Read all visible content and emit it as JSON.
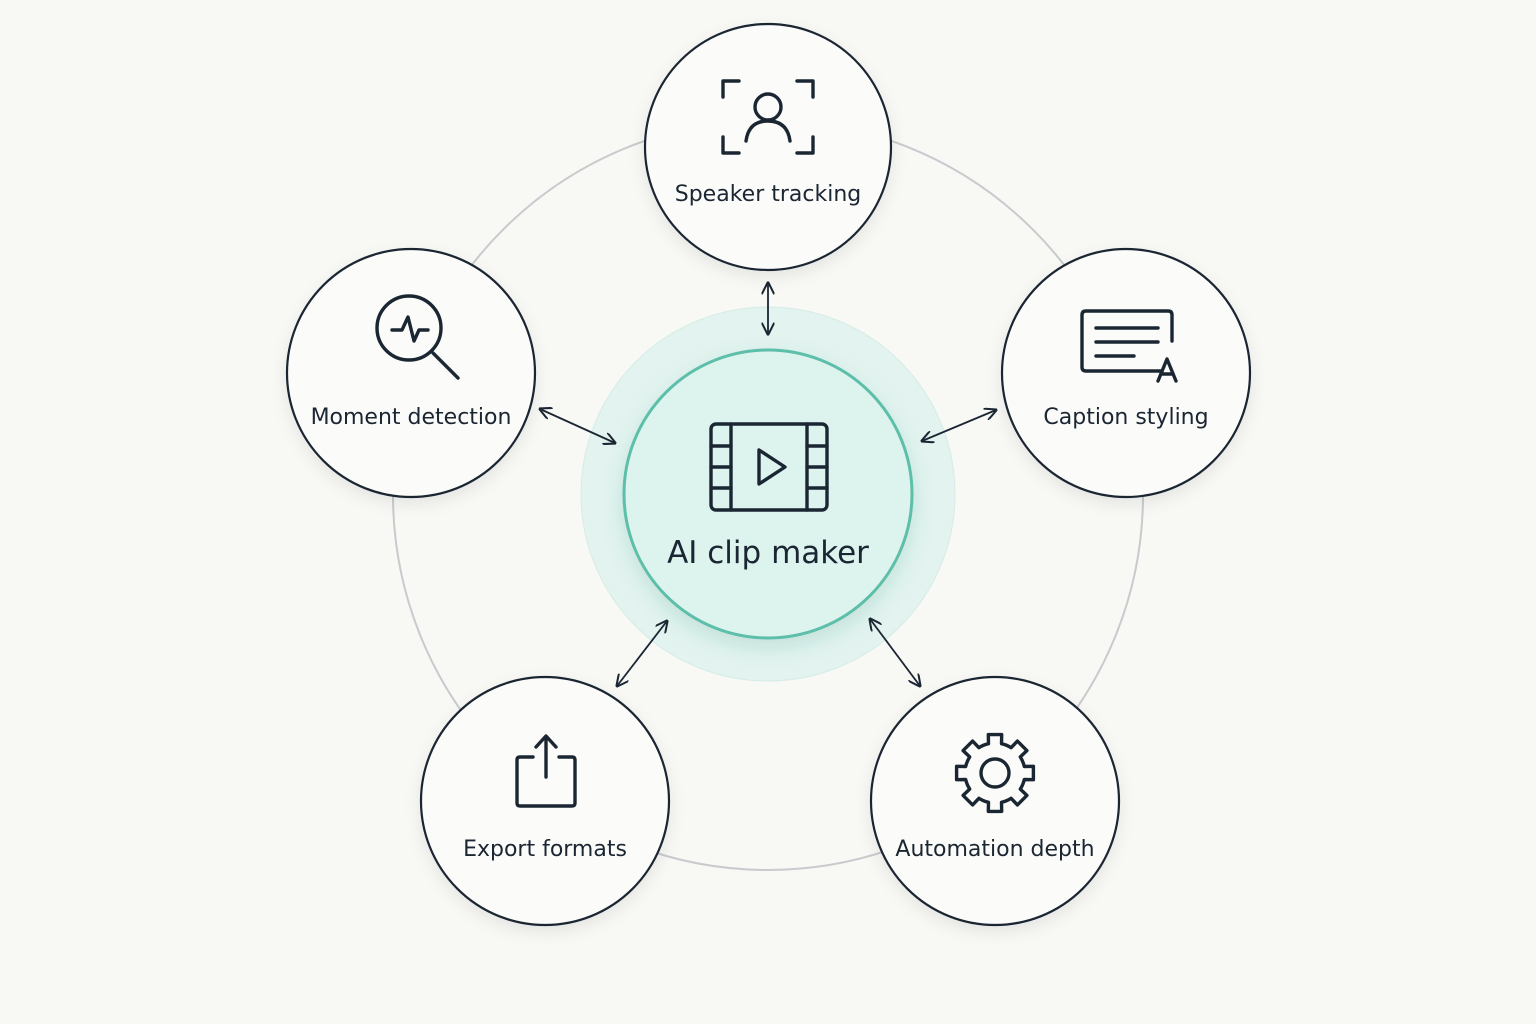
{
  "center": {
    "label": "AI clip maker",
    "icon": "film-play-icon"
  },
  "nodes": [
    {
      "id": "speaker-tracking",
      "label": "Speaker tracking",
      "icon": "person-focus-icon"
    },
    {
      "id": "caption-styling",
      "label": "Caption styling",
      "icon": "caption-text-icon"
    },
    {
      "id": "automation-depth",
      "label": "Automation depth",
      "icon": "gear-icon"
    },
    {
      "id": "export-formats",
      "label": "Export formats",
      "icon": "share-export-icon"
    },
    {
      "id": "moment-detection",
      "label": "Moment detection",
      "icon": "pulse-search-icon"
    }
  ],
  "connections": "bidirectional",
  "colors": {
    "background": "#f8f8f5",
    "stroke": "#1b2633",
    "center_fill": "#dff4ef",
    "center_stroke": "#5dbfa9",
    "ring": "#c8cbcd"
  }
}
